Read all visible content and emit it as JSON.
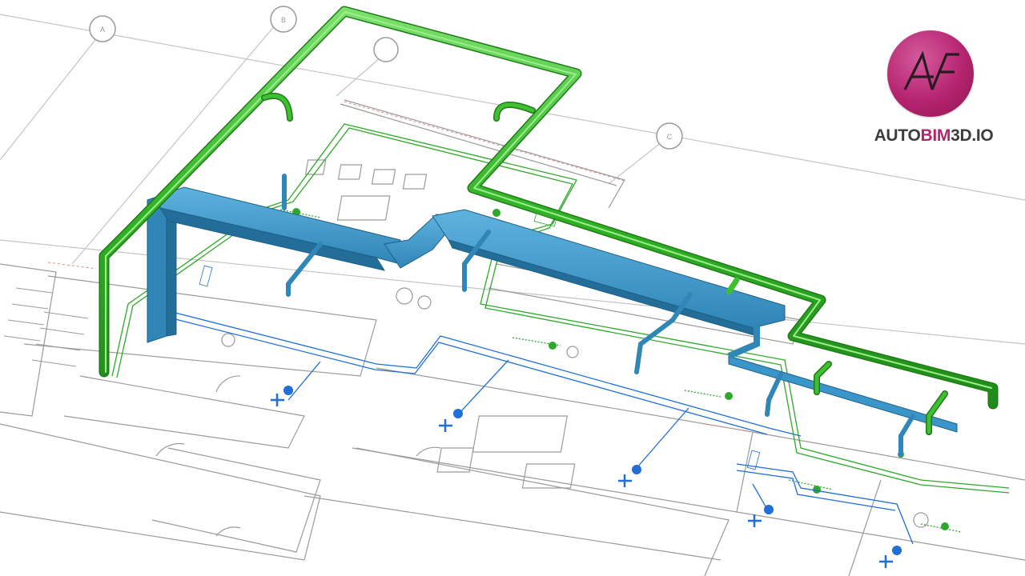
{
  "brand": {
    "logo_glyph": "AF",
    "wordmark_part1": "AUTO",
    "wordmark_part2": "BIM",
    "wordmark_part3": "3D.IO",
    "colors": {
      "magenta": "#b5246f",
      "text": "#3d3d3d"
    }
  },
  "drawing": {
    "grid_markers": [
      "A",
      "B",
      "C"
    ],
    "colors": {
      "supply_duct": "#2f86b7",
      "exhaust_pipe": "#35b52c",
      "plan_lines": "#9a9a9a",
      "blue_annotation": "#1f6fd6",
      "green_annotation": "#2ea82a"
    }
  }
}
